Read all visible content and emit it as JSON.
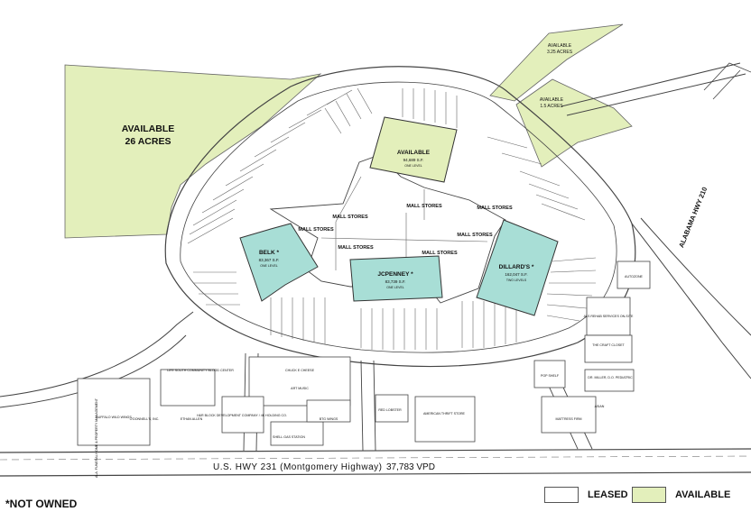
{
  "colors": {
    "available": "#e3efbb",
    "anchor": "#a8ded6",
    "line": "#444444",
    "leased": "#ffffff"
  },
  "parcels": {
    "large": {
      "title": "AVAILABLE",
      "size": "26 ACRES"
    },
    "northeast": {
      "title": "AVAILABLE",
      "size": "3.25 ACRES"
    },
    "east": {
      "title": "AVAILABLE",
      "size": "1.5 ACRES"
    }
  },
  "anchors": {
    "center": {
      "name": "AVAILABLE",
      "area": "94,689 S.F.",
      "levels": "ONE LEVEL"
    },
    "belk": {
      "name": "BELK *",
      "area": "83,367 S.F.",
      "levels": "ONE LEVEL"
    },
    "jcpenney": {
      "name": "JCPENNEY *",
      "area": "83,739 S.F.",
      "levels": "ONE LEVEL"
    },
    "dillards": {
      "name": "DILLARD'S *",
      "area": "162,047 S.F.",
      "levels": "TWO LEVELS"
    }
  },
  "mall_labels": [
    "MALL STORES",
    "MALL STORES",
    "MALL STORES",
    "MALL STORES",
    "MALL STORES",
    "MALL STORES",
    "MALL STORES"
  ],
  "outparcels": {
    "autozone": "AUTOZONE",
    "rehab": "ALS REHAB SERVICES ON-SITE",
    "craft_closet": "THE CRAFT CLOSET",
    "shelf": "POP SHELF",
    "dr": "DR. MILLER, D.O. PEDIATRIC",
    "asian": "ASIAN",
    "mattress": "MATTRESS FIRM",
    "am_thrift": "AMERICAN THRIFT STORE",
    "red_lobster": "RED LOBSTER",
    "chuck": "CHUCK E CHEESE",
    "art": "ART MUSIC",
    "btg": "BTG WINGS",
    "shell": "SHELL GAS STATION",
    "tax": "H&R BLOCK DEVELOPMENT COMPANY / 4K HOLDING CO.",
    "ethan": "ETHAN ALLEN",
    "oday": "O'DONNELL'S, INC.",
    "blood": "LIFE SOUTH COMMUNITY BLOOD CENTER",
    "buffalo": "BUFFALO WILD WINGS",
    "plaza": "ALA. FUNERAL HOME & PROPERTY MANAGEMENT"
  },
  "roads": {
    "south_hwy": "U.S.  HWY  231 (Montgomery Highway)",
    "south_vpd": "37,783 VPD",
    "east_hwy": "ALABAMA HWY 210"
  },
  "legend": {
    "leased": "LEASED",
    "available": "AVAILABLE"
  },
  "footnote": "*NOT OWNED"
}
